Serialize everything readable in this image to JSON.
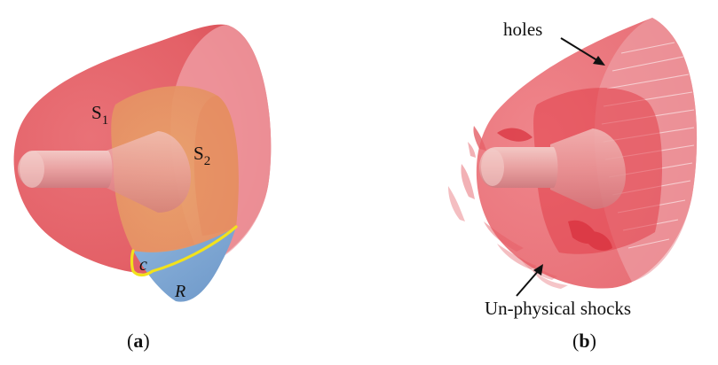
{
  "panel_a": {
    "surface_1_label": "S",
    "surface_1_sub": "1",
    "surface_2_label": "S",
    "surface_2_sub": "2",
    "curve_label": "c",
    "region_label": "R",
    "caption_open": "(",
    "caption_letter": "a",
    "caption_close": ")"
  },
  "panel_b": {
    "annotation_holes": "holes",
    "annotation_shocks": "Un-physical shocks",
    "caption_open": "(",
    "caption_letter": "b",
    "caption_close": ")"
  },
  "colors": {
    "outer_shock": "#e2585f",
    "inner_shock": "#e6a76a",
    "region_R": "#7ea7d4",
    "curve_c": "#f2e21c",
    "body": "#e9a7a7"
  }
}
